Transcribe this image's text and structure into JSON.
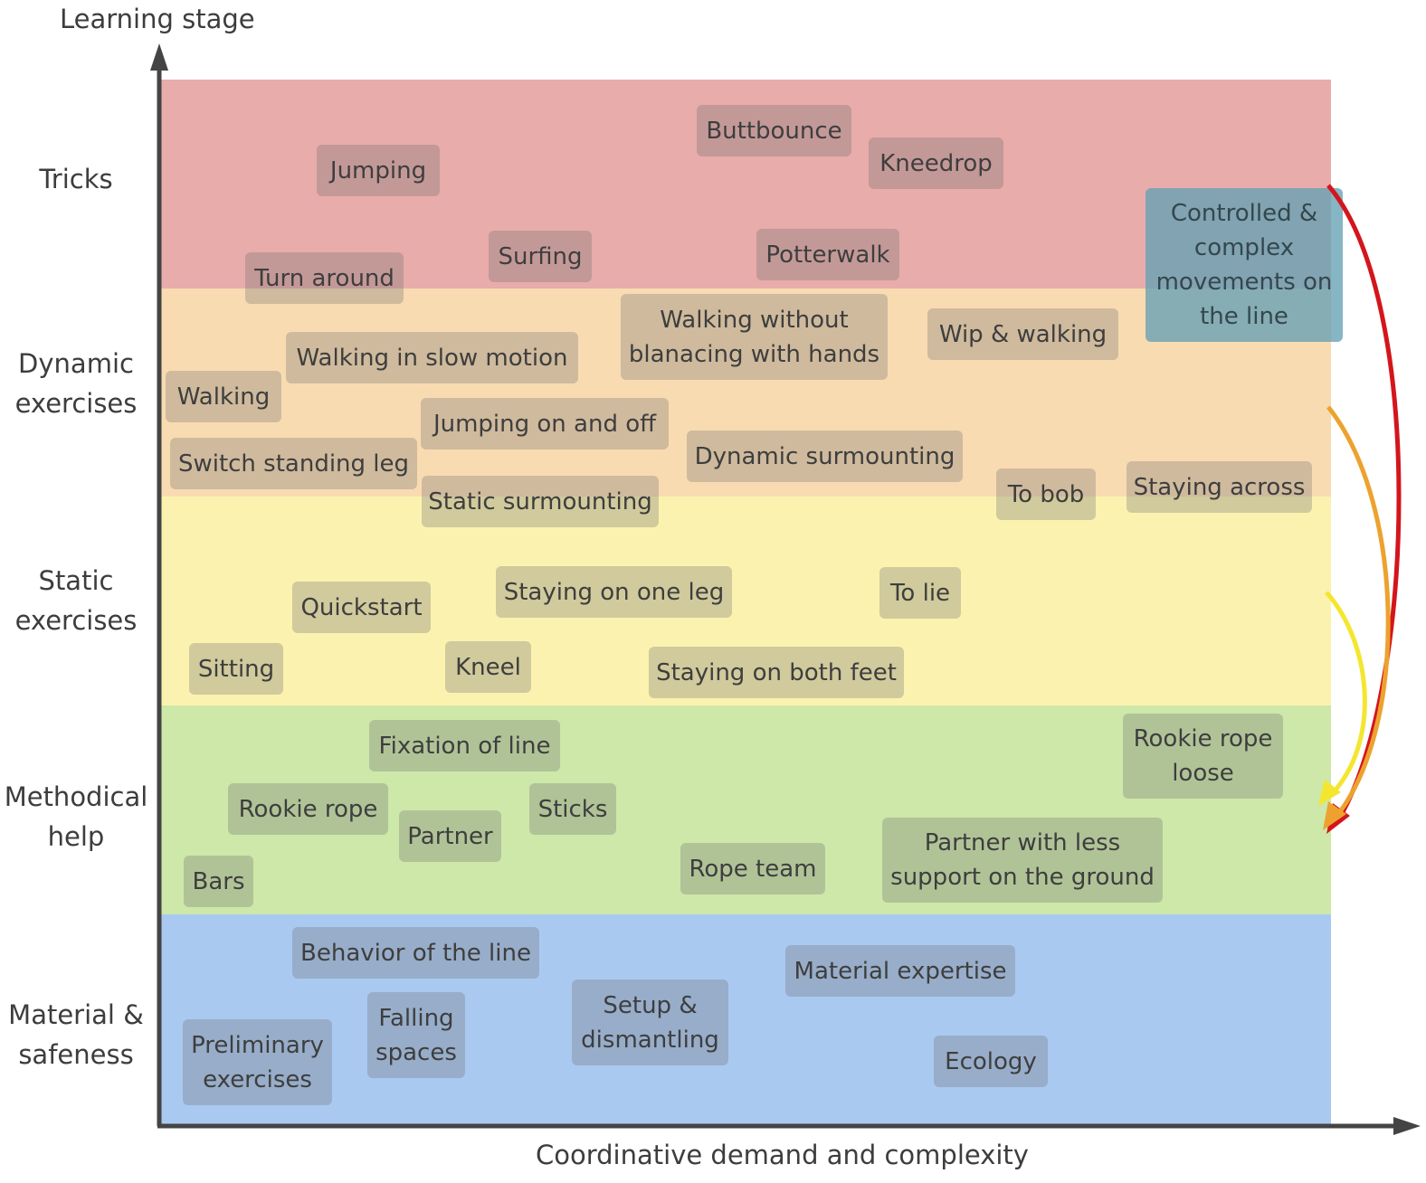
{
  "axes": {
    "y_title": "Learning stage",
    "x_title": "Coordinative demand and complexity"
  },
  "colors": {
    "tricks": "#e8acab",
    "dynamic": "#f9dbb2",
    "static": "#fbf2b0",
    "methodical": "#cde8a9",
    "material": "#aac9f1",
    "box": "#6e6e6e",
    "teal_box": "#6aa3b4",
    "arrow_red": "#d4151c",
    "arrow_orange": "#eda22f",
    "arrow_yellow": "#f4e62f",
    "axis": "#444444"
  },
  "rows": [
    {
      "label": "Tricks"
    },
    {
      "label": "Dynamic\nexercises"
    },
    {
      "label": "Static\nexercises"
    },
    {
      "label": "Methodical\nhelp"
    },
    {
      "label": "Material &\nsafeness"
    }
  ],
  "items": {
    "tricks": [
      "Buttbounce",
      "Kneedrop",
      "Jumping",
      "Surfing",
      "Potterwalk",
      "Turn around"
    ],
    "dynamic": [
      "Walking without\nblanacing with hands",
      "Wip & walking",
      "Walking in slow motion",
      "Walking",
      "Jumping on and off",
      "Dynamic surmounting",
      "Switch standing leg",
      "Static surmounting",
      "To bob",
      "Staying across"
    ],
    "static": [
      "Staying on one leg",
      "To lie",
      "Quickstart",
      "Kneel",
      "Sitting",
      "Staying on both feet"
    ],
    "methodical": [
      "Fixation of line",
      "Rookie rope\nloose",
      "Rookie rope",
      "Sticks",
      "Partner",
      "Partner with less\nsupport on the ground",
      "Rope team",
      "Bars"
    ],
    "material": [
      "Behavior of the line",
      "Material expertise",
      "Falling\nspaces",
      "Setup &\ndismantling",
      "Preliminary\nexercises",
      "Ecology"
    ]
  },
  "highlight": "Controlled &\ncomplex\nmovements on\nthe line"
}
